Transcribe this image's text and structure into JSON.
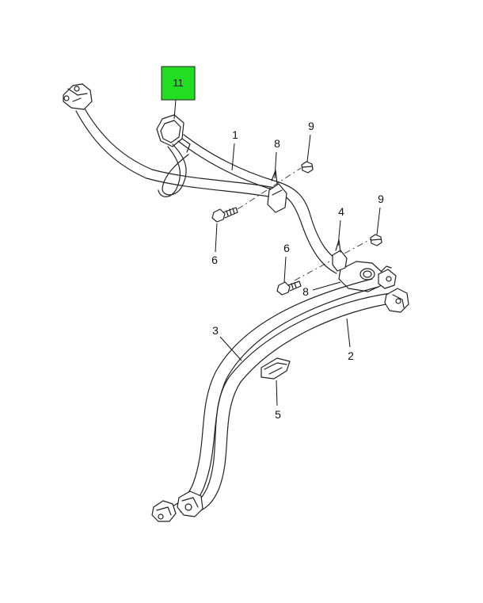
{
  "diagram": {
    "highlight_color": "#22dd22",
    "callouts": [
      {
        "id": "callout-11",
        "label": "11",
        "highlighted": true
      },
      {
        "id": "callout-1",
        "label": "1"
      },
      {
        "id": "callout-8-upper",
        "label": "8"
      },
      {
        "id": "callout-9-upper",
        "label": "9"
      },
      {
        "id": "callout-6-upper",
        "label": "6"
      },
      {
        "id": "callout-4",
        "label": "4"
      },
      {
        "id": "callout-9-lower",
        "label": "9"
      },
      {
        "id": "callout-6-lower",
        "label": "6"
      },
      {
        "id": "callout-8-lower",
        "label": "8"
      },
      {
        "id": "callout-3",
        "label": "3"
      },
      {
        "id": "callout-2",
        "label": "2"
      },
      {
        "id": "callout-5",
        "label": "5"
      }
    ]
  }
}
